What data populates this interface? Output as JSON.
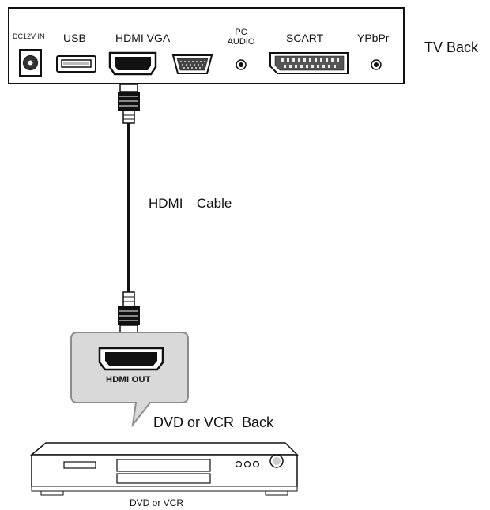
{
  "tv_panel": {
    "ports": {
      "dc_in": "DC12V IN",
      "usb": "USB",
      "hdmi_vga": "HDMI VGA",
      "pc_audio_line1": "PC",
      "pc_audio_line2": "AUDIO",
      "scart": "SCART",
      "ypbpr": "YPbPr"
    },
    "caption": "TV Back"
  },
  "cable": {
    "label": "HDMI  Cable"
  },
  "callout": {
    "port_label": "HDMI OUT",
    "caption": "DVD or VCR  Back"
  },
  "device": {
    "label": "DVD or VCR"
  },
  "colors": {
    "line": "#111111",
    "panel_fill": "#ffffff",
    "callout_fill": "#d9d9d9",
    "callout_stroke": "#8c8c8c"
  }
}
